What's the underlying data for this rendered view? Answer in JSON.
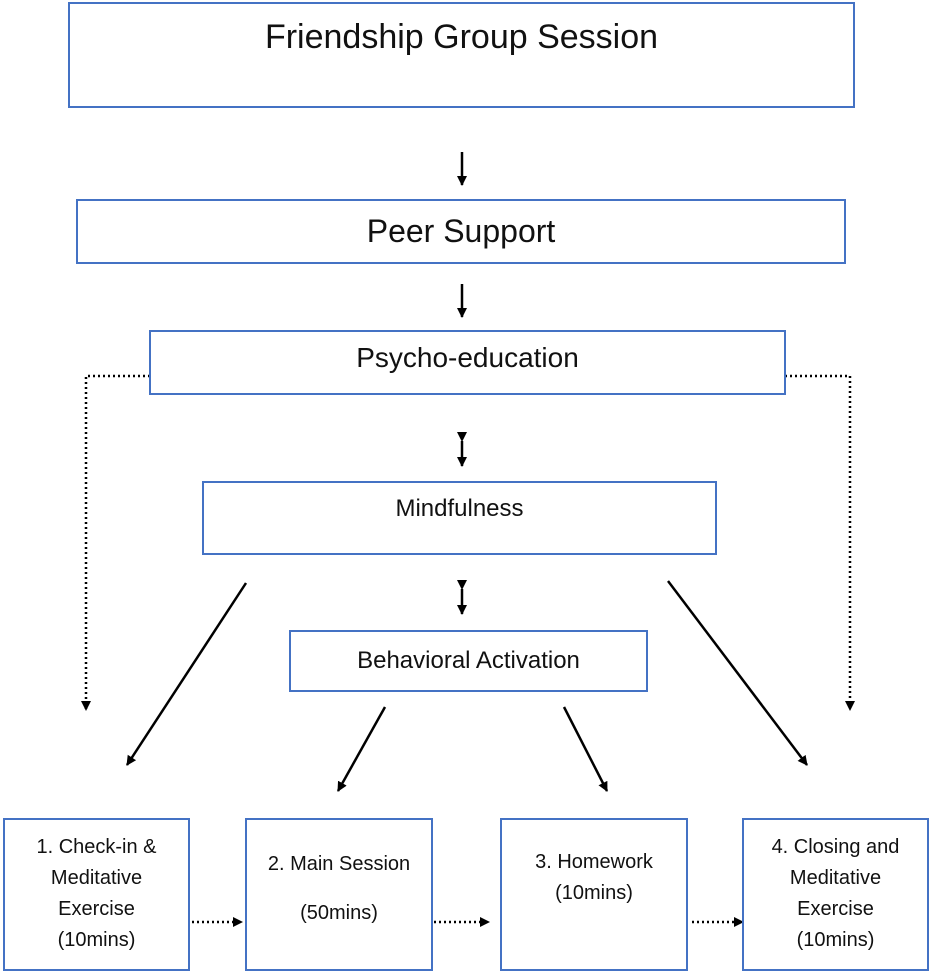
{
  "nodes": {
    "friendship": "Friendship Group Session",
    "peer": "Peer Support",
    "psycho": "Psycho-education",
    "mindfulness": "Mindfulness",
    "behavioral": "Behavioral Activation"
  },
  "steps": [
    {
      "lines": [
        "1. Check-in &",
        "Meditative",
        "Exercise",
        "(10mins)"
      ]
    },
    {
      "lines": [
        "2. Main Session",
        "(50mins)"
      ]
    },
    {
      "lines": [
        "3. Homework",
        "(10mins)"
      ]
    },
    {
      "lines": [
        "4. Closing and",
        "Meditative",
        "Exercise",
        "(10mins)"
      ]
    }
  ],
  "colors": {
    "border": "#4472C4",
    "line": "#000000"
  }
}
